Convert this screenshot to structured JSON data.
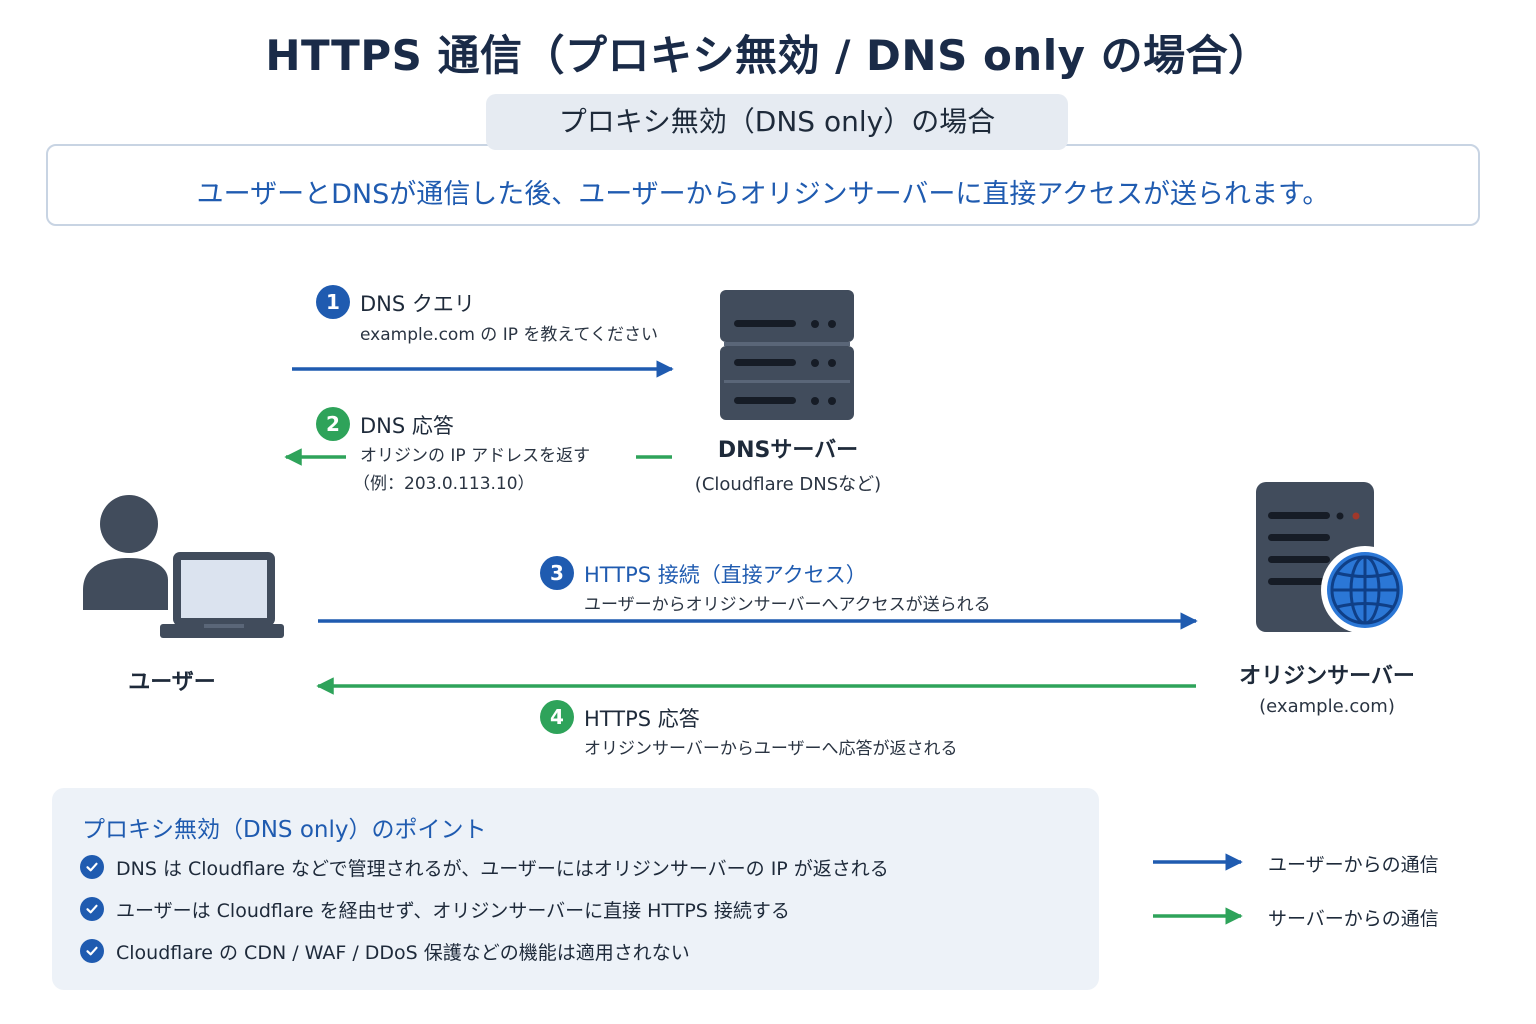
{
  "title": "HTTPS 通信（プロキシ無効 / DNS only の場合）",
  "subtitle": "プロキシ無効（DNS only）の場合",
  "description": "ユーザーとDNSが通信した後、ユーザーからオリジンサーバーに直接アクセスが送られます。",
  "nodes": {
    "user": {
      "name": "ユーザー"
    },
    "dns_server": {
      "name": "DNSサーバー",
      "sub": "(Cloudflare DNSなど)"
    },
    "origin_server": {
      "name": "オリジンサーバー",
      "sub": "(example.com)"
    }
  },
  "steps": [
    {
      "number": "1",
      "title": "DNS クエリ",
      "desc": "example.com の IP を教えてください",
      "color": "#1f5bb0"
    },
    {
      "number": "2",
      "title": "DNS 応答",
      "desc": "オリジンの IP アドレスを返す",
      "desc2": "（例：203.0.113.10）",
      "color": "#2ea35a"
    },
    {
      "number": "3",
      "title": "HTTPS 接続（直接アクセス）",
      "desc": "ユーザーからオリジンサーバーへアクセスが送られる",
      "color": "#1f5bb0"
    },
    {
      "number": "4",
      "title": "HTTPS 応答",
      "desc": "オリジンサーバーからユーザーへ応答が返される",
      "color": "#2ea35a"
    }
  ],
  "points": {
    "title": "プロキシ無効（DNS only）のポイント",
    "items": [
      "DNS は Cloudflare などで管理されるが、ユーザーにはオリジンサーバーの IP が返される",
      "ユーザーは Cloudflare を経由せず、オリジンサーバーに直接 HTTPS 接続する",
      "Cloudflare の CDN / WAF / DDoS 保護などの機能は適用されない"
    ]
  },
  "legend": [
    {
      "label": "ユーザーからの通信",
      "color": "#1f5bb0"
    },
    {
      "label": "サーバーからの通信",
      "color": "#2ea35a"
    }
  ],
  "icons": {
    "user": "person-with-laptop-icon",
    "dns_server": "server-rack-icon",
    "origin_server": "server-with-globe-icon",
    "check": "check-circle-icon"
  }
}
